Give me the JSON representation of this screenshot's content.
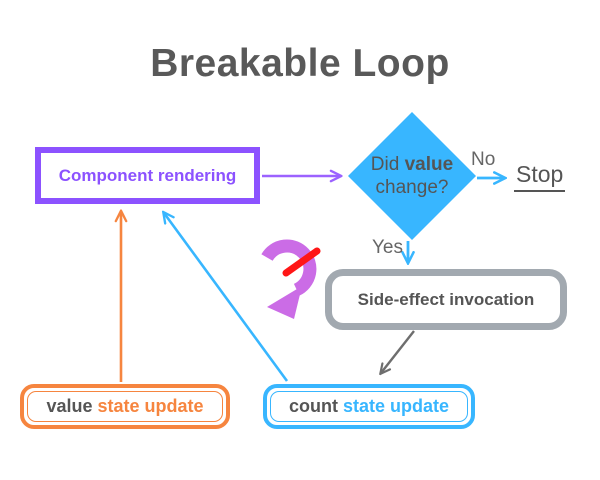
{
  "title": "Breakable Loop",
  "nodes": {
    "component_rendering": {
      "label": "Component rendering"
    },
    "decision": {
      "prefix": "Did",
      "keyword": "value",
      "line2": "change?"
    },
    "side_effect": {
      "label": "Side-effect invocation"
    },
    "value_state_update": {
      "keyword": "value",
      "rest": "state update"
    },
    "count_state_update": {
      "keyword": "count",
      "rest": "state update"
    }
  },
  "edge_labels": {
    "no": "No",
    "yes": "Yes",
    "stop": "Stop"
  },
  "icons": {
    "loop_break": "broken-loop-icon"
  },
  "colors": {
    "purple": "#8c52ff",
    "arrow_purple": "#9c62ff",
    "blue": "#38b6ff",
    "orange": "#f6853f",
    "box_gray": "#a2a9b0",
    "arrow_gray": "#6e6e6e",
    "text_dark": "#555555",
    "label_gray": "#666666",
    "title_gray": "#595959",
    "orchid": "#cb6ce6",
    "red": "#ff1616",
    "background": "#ffffff"
  }
}
